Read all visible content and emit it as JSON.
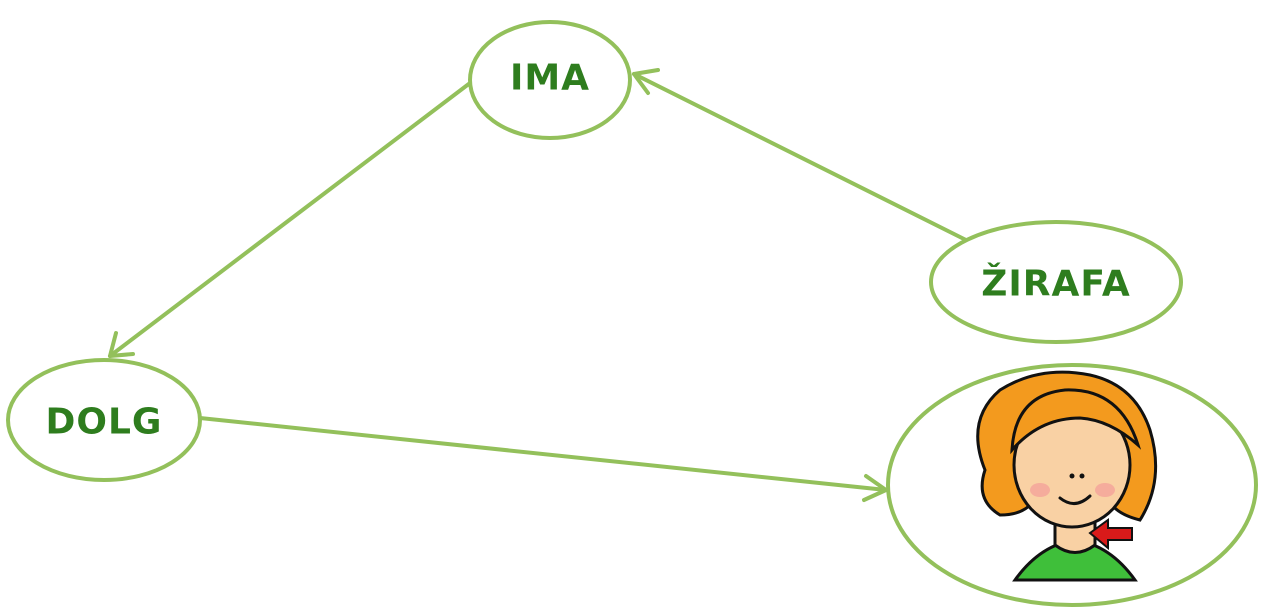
{
  "diagram": {
    "nodes": {
      "ima": {
        "label": "IMA"
      },
      "zirafa": {
        "label": "ŽIRAFA"
      },
      "dolg": {
        "label": "DOLG"
      },
      "vrat": {
        "image": "girl-neck-picture"
      }
    },
    "edges": [
      {
        "from": "zirafa",
        "to": "ima"
      },
      {
        "from": "ima",
        "to": "dolg"
      },
      {
        "from": "dolg",
        "to": "vrat"
      }
    ],
    "colors": {
      "line": "#93c05b",
      "text": "#2e7d1e",
      "hair": "#f39a1e",
      "skin": "#f9d1a4",
      "shirt": "#3fbf3a",
      "pointer_arrow": "#d91a1a"
    }
  }
}
